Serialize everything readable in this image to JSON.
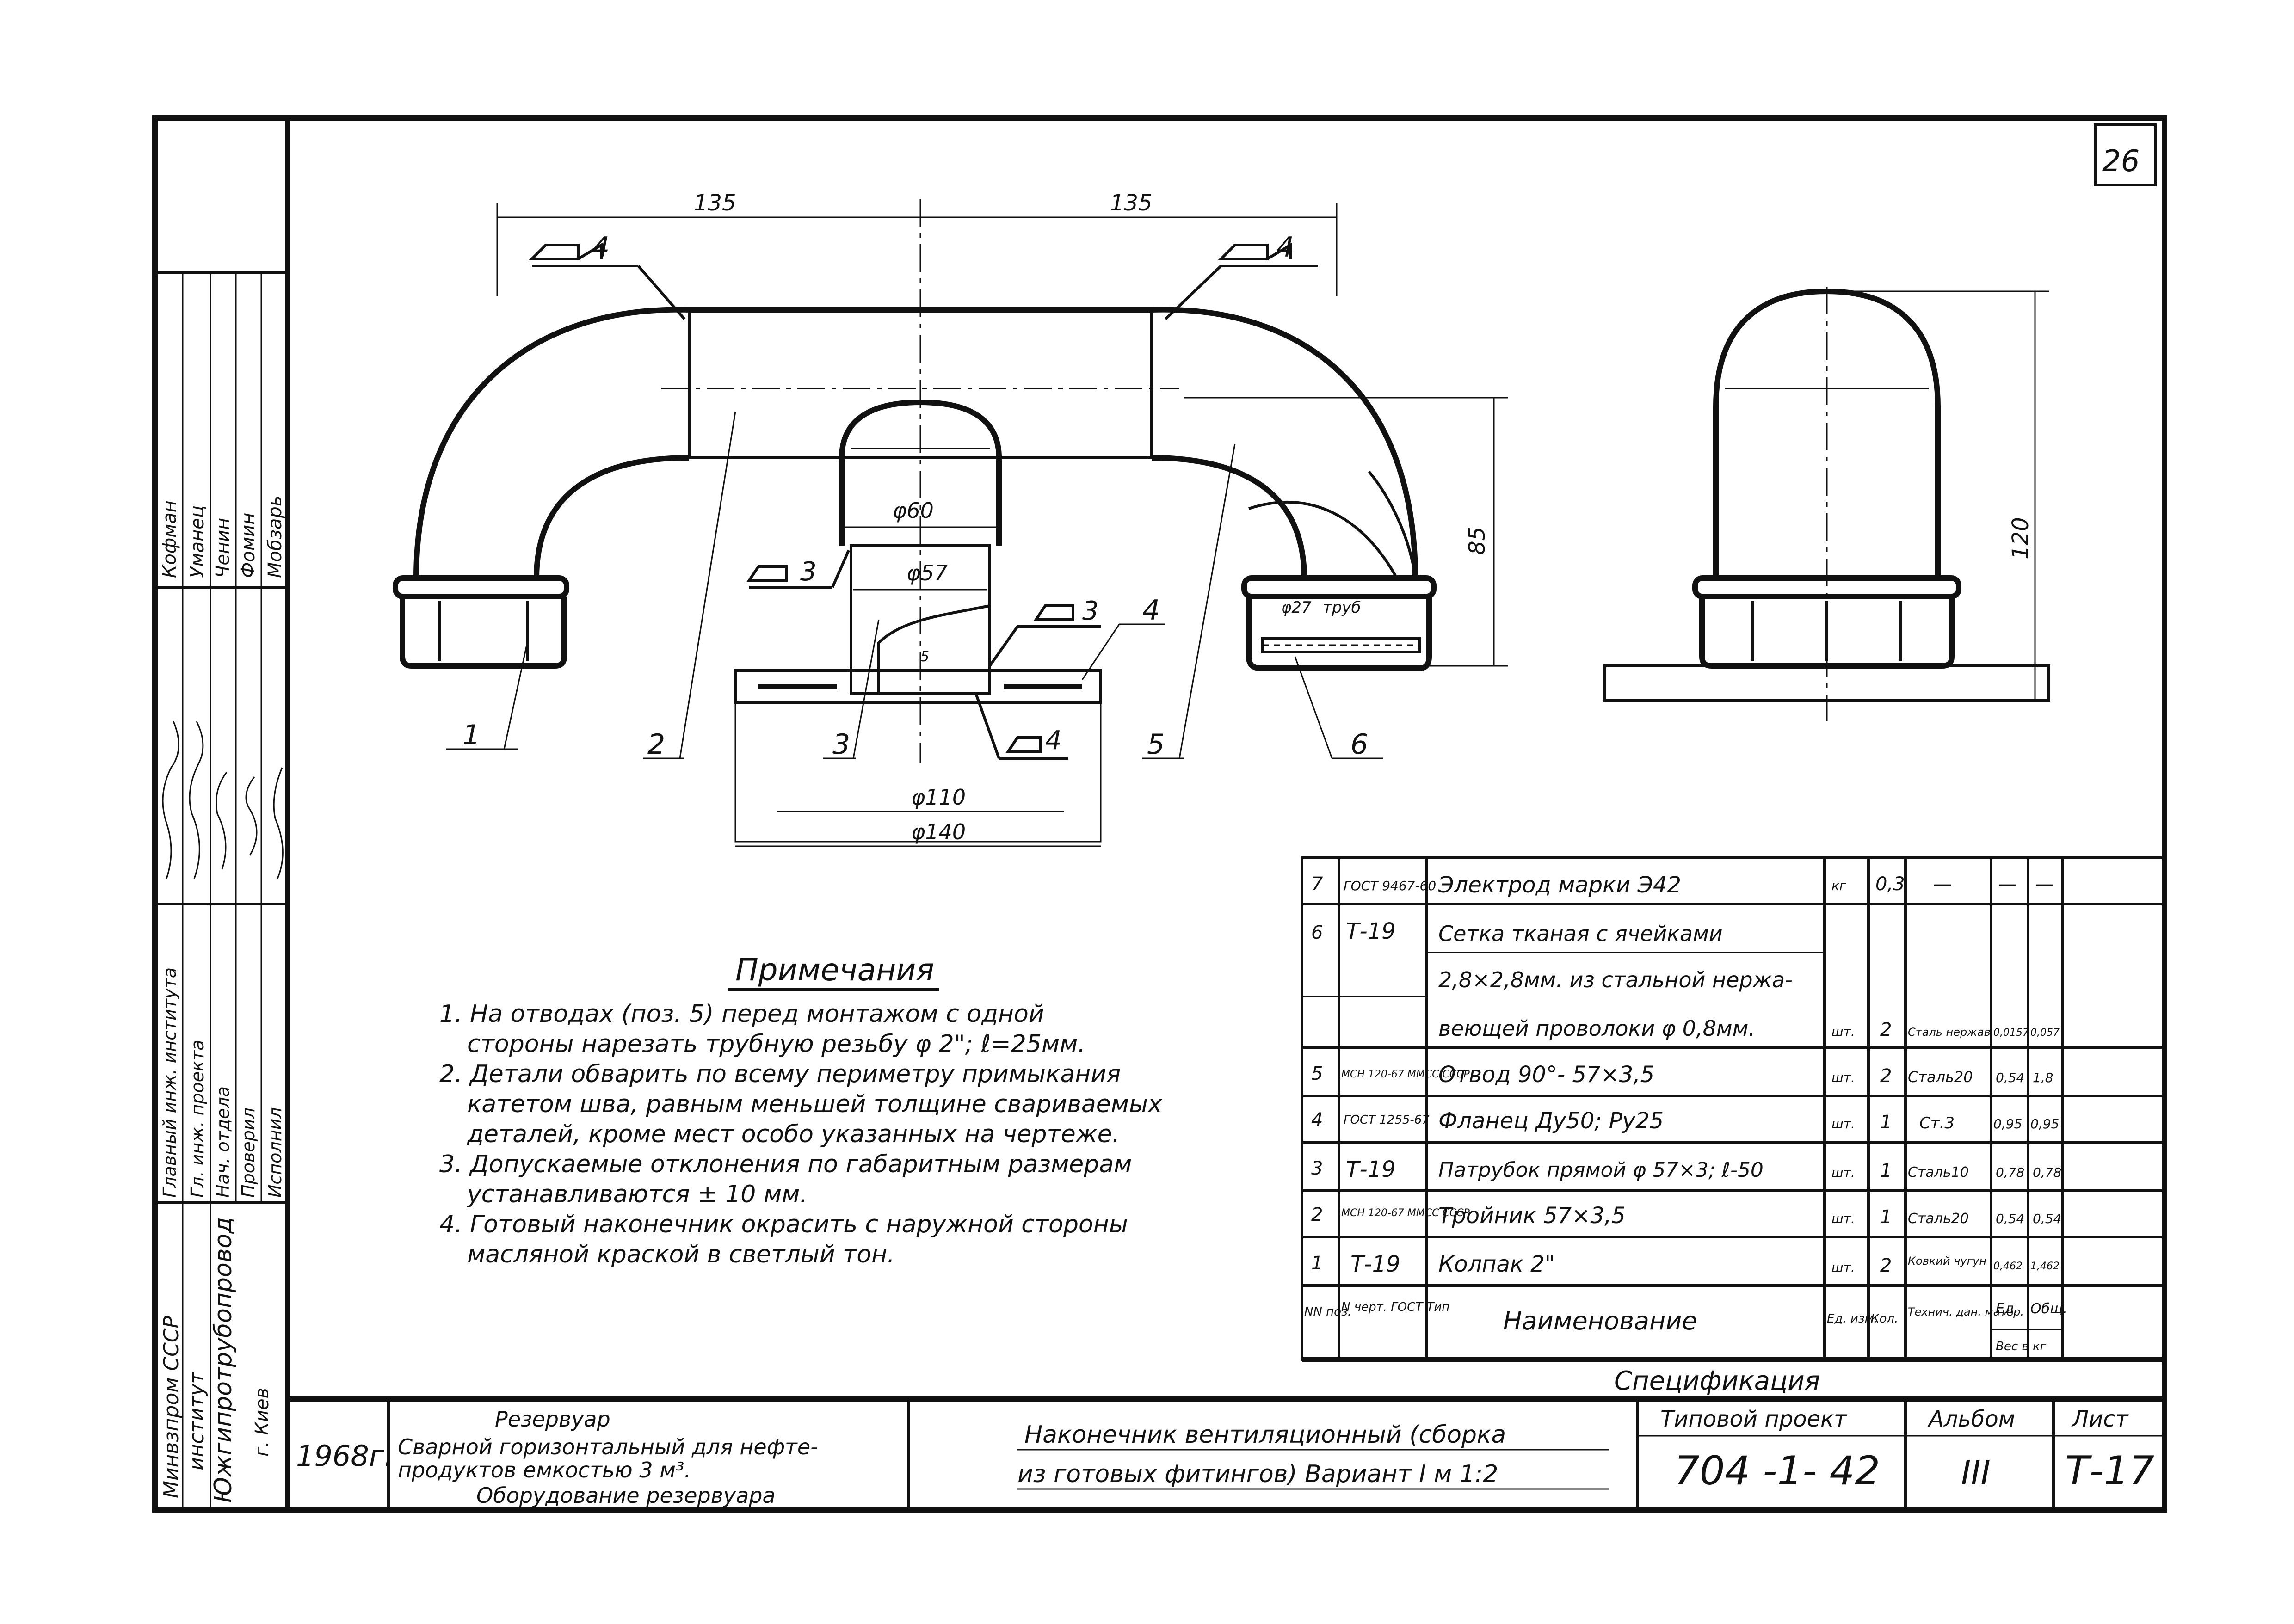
{
  "sheet_number_corner": "26",
  "dimensions": {
    "half_width": "135",
    "half_width_right": "135",
    "d60": "φ60",
    "d57": "φ57",
    "d110": "φ110",
    "d140": "φ140",
    "h85": "85",
    "h120": "120",
    "d27": "φ27",
    "truba": "труб",
    "h5": "5"
  },
  "weld_marks": [
    "4",
    "4",
    "3",
    "3",
    "4"
  ],
  "callouts": [
    "1",
    "2",
    "3",
    "4",
    "5",
    "6"
  ],
  "notes": {
    "title": "Примечания",
    "lines": [
      "1. На отводах (поз. 5) перед монтажом с одной",
      "стороны нарезать трубную резьбу φ 2\"; ℓ=25мм.",
      "2. Детали обварить по всему периметру примыкания",
      "катетом шва, равным меньшей толщине свариваемых",
      "деталей, кроме мест особо указанных на чертеже.",
      "3. Допускаемые отклонения по габаритным размерам",
      "устанавливаются ± 10 мм.",
      "4. Готовый наконечник окрасить с наружной стороны",
      "масляной краской в светлый тон."
    ]
  },
  "spec": {
    "caption": "Спецификация",
    "rows": [
      {
        "pos": "7",
        "doc": "ГОСТ 9467-60",
        "name": "Электрод марки Э42",
        "unit": "кг",
        "qty": "0,3",
        "mat": "—",
        "w1": "—",
        "w2": "—"
      },
      {
        "pos": "6",
        "doc": "Т-19",
        "name": "Сетка тканая с ячейками",
        "unit": "",
        "qty": "",
        "mat": "",
        "w1": "",
        "w2": ""
      },
      {
        "pos": "",
        "doc": "",
        "name": "2,8×2,8мм. из стальной нержа-",
        "unit": "",
        "qty": "",
        "mat": "",
        "w1": "",
        "w2": ""
      },
      {
        "pos": "",
        "doc": "",
        "name": "веющей проволоки φ 0,8мм.",
        "unit": "шт.",
        "qty": "2",
        "mat": "Сталь нержав.",
        "w1": "0,0157",
        "w2": "0,057"
      },
      {
        "pos": "5",
        "doc": "МСН 120-67 ММСС СССР",
        "name": "Отвод 90°- 57×3,5",
        "unit": "шт.",
        "qty": "2",
        "mat": "Сталь20",
        "w1": "0,54",
        "w2": "1,8"
      },
      {
        "pos": "4",
        "doc": "ГОСТ 1255-67",
        "name": "Фланец Ду50; Ру25",
        "unit": "шт.",
        "qty": "1",
        "mat": "Ст.3",
        "w1": "0,95",
        "w2": "0,95"
      },
      {
        "pos": "3",
        "doc": "Т-19",
        "name": "Патрубок прямой φ 57×3; ℓ-50",
        "unit": "шт.",
        "qty": "1",
        "mat": "Сталь10",
        "w1": "0,78",
        "w2": "0,78"
      },
      {
        "pos": "2",
        "doc": "МСН 120-67 ММСС СССР",
        "name": "Тройник 57×3,5",
        "unit": "шт.",
        "qty": "1",
        "mat": "Сталь20",
        "w1": "0,54",
        "w2": "0,54"
      },
      {
        "pos": "1",
        "doc": "Т-19",
        "name": "Колпак 2\"",
        "unit": "шт.",
        "qty": "2",
        "mat": "Ковкий чугун",
        "w1": "0,462",
        "w2": "1,462"
      }
    ],
    "header": {
      "pos": "NN поз.",
      "doc": "N черт. ГОСТ Тип",
      "name": "Наименование",
      "unit": "Ед. изм.",
      "qty": "Кол.",
      "mat": "Технич. дан. матер.",
      "w1": "Ед.",
      "w2": "Общ.",
      "weight": "Вес в кг"
    }
  },
  "stamp": {
    "org1": "Минвзпром СССР",
    "org2": "институт",
    "org3": "Южгипротрубопровод",
    "city": "г. Киев",
    "roles": [
      "Главный инж. института",
      "Гл. инж. проекта",
      "Нач. отдела",
      "Проверил",
      "Исполнил"
    ],
    "names": [
      "Кофман",
      "Уманец",
      "Ченин",
      "Фомин",
      "Мобзарь"
    ],
    "year": "1968г.",
    "object_title": "Резервуар",
    "object_desc1": "Сварной горизонтальный для нефте-",
    "object_desc2": "продуктов емкостью 3 м³.",
    "object_desc3": "Оборудование резервуара",
    "drawing_title1": "Наконечник вентиляционный (сборка",
    "drawing_title2": "из готовых фитингов) Вариант I  м 1:2",
    "project_label": "Типовой проект",
    "project_number": "704 -1- 42",
    "album_label": "Альбом",
    "album_number": "III",
    "sheet_label": "Лист",
    "sheet_number": "Т-17"
  }
}
